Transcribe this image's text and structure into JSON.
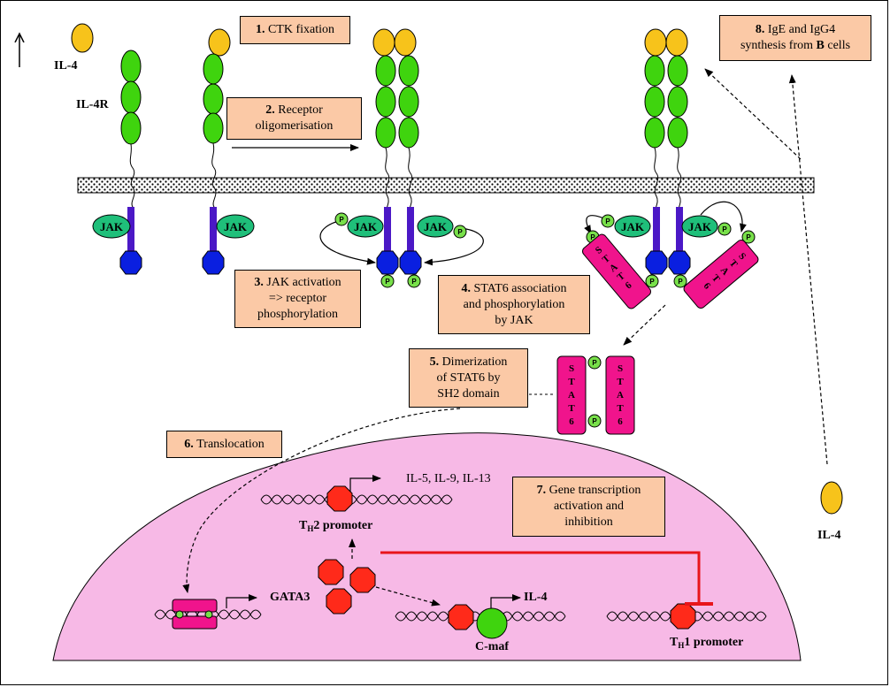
{
  "steps": {
    "s1": {
      "num": "1.",
      "text": "CTK fixation"
    },
    "s2": {
      "num": "2.",
      "line1": "Receptor",
      "line2": "oligomerisation"
    },
    "s3": {
      "num": "3.",
      "line1": "JAK activation",
      "line2": "=> receptor",
      "line3": "phosphorylation"
    },
    "s4": {
      "num": "4.",
      "line1": "STAT6 association",
      "line2": "and phosphorylation",
      "line3": "by JAK"
    },
    "s5": {
      "num": "5.",
      "line1": "Dimerization",
      "line2": "of STAT6 by",
      "line3": "SH2 domain"
    },
    "s6": {
      "num": "6.",
      "text": "Translocation"
    },
    "s7": {
      "num": "7.",
      "line1": "Gene transcription",
      "line2": "activation and",
      "line3": "inhibition"
    },
    "s8": {
      "num": "8.",
      "line1a": "IgE and IgG4",
      "line2a": "synthesis from",
      "line2b": "B",
      "line2c": "cells"
    }
  },
  "labels": {
    "il4_top": "IL-4",
    "il4r": "IL-4R",
    "il4_right": "IL-4",
    "jak": "JAK",
    "p": "P",
    "stat6": "STAT6",
    "th2_t": "T",
    "th2_sub": "H",
    "th2_rest": "2 promoter",
    "th1_t": "T",
    "th1_sub": "H",
    "th1_rest": "1 promoter",
    "cytokines": "IL-5, IL-9, IL-13",
    "gata3": "GATA3",
    "il4_gene": "IL-4",
    "cmaf": "C-maf"
  },
  "colors": {
    "cytokine": "#f7c31b",
    "receptor": "#3fd40e",
    "jak": "#1fbf7a",
    "cyto_tail": "#4b18c6",
    "sh2": "#0a1fe0",
    "phospho": "#78e04a",
    "stat6": "#f0148c",
    "gata3_factor": "#ff2a1a",
    "nucleus": "#f7b9e6",
    "inhibition": "#e8151b",
    "box": "#fbc9a6"
  }
}
